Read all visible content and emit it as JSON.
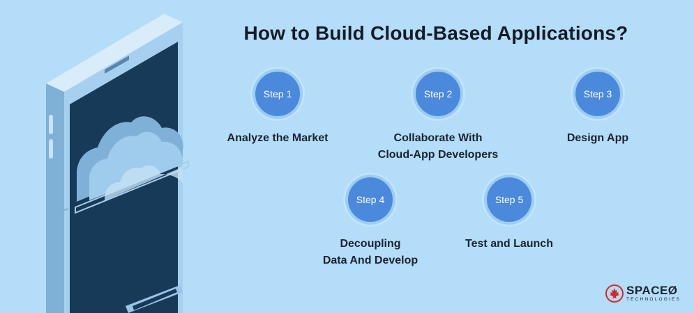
{
  "title": "How to Build Cloud-Based Applications?",
  "steps": [
    {
      "badge": "Step 1",
      "label": "Analyze the Market"
    },
    {
      "badge": "Step 2",
      "label": "Collaborate With\nCloud-App Developers"
    },
    {
      "badge": "Step 3",
      "label": "Design App"
    },
    {
      "badge": "Step 4",
      "label": "Decoupling\nData And Develop"
    },
    {
      "badge": "Step 5",
      "label": "Test and Launch"
    }
  ],
  "logo": {
    "name": "SPACEØ",
    "sub": "TECHNOLOGIES"
  },
  "colors": {
    "background": "#b3ddf8",
    "badge": "#4a89dc",
    "text": "#151a24",
    "logo_accent": "#d62828"
  },
  "icons": [
    "phone-illustration",
    "cloud-icon",
    "maple-leaf-icon"
  ]
}
